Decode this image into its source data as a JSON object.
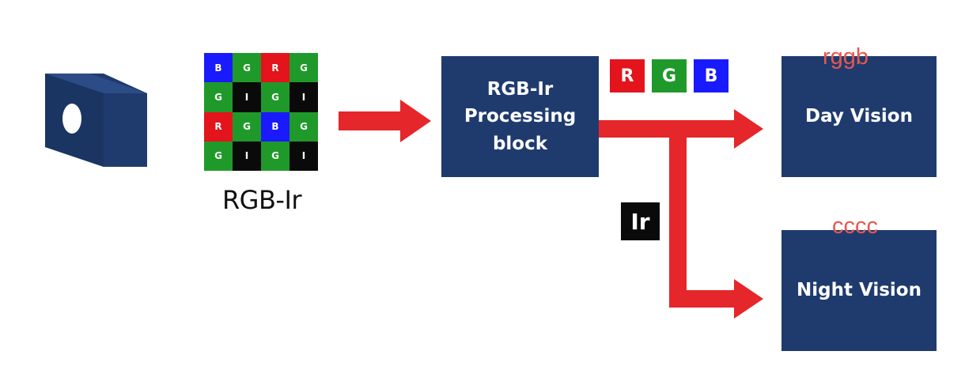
{
  "mosaic": {
    "label": "RGB-Ir",
    "cells": [
      {
        "text": "B",
        "color": "#1a1aff"
      },
      {
        "text": "G",
        "color": "#1f9a2a"
      },
      {
        "text": "R",
        "color": "#e3141b"
      },
      {
        "text": "G",
        "color": "#1f9a2a"
      },
      {
        "text": "G",
        "color": "#1f9a2a"
      },
      {
        "text": "I",
        "color": "#0a0a0a"
      },
      {
        "text": "G",
        "color": "#1f9a2a"
      },
      {
        "text": "I",
        "color": "#0a0a0a"
      },
      {
        "text": "R",
        "color": "#e3141b"
      },
      {
        "text": "G",
        "color": "#1f9a2a"
      },
      {
        "text": "B",
        "color": "#1a1aff"
      },
      {
        "text": "G",
        "color": "#1f9a2a"
      },
      {
        "text": "G",
        "color": "#1f9a2a"
      },
      {
        "text": "I",
        "color": "#0a0a0a"
      },
      {
        "text": "G",
        "color": "#1f9a2a"
      },
      {
        "text": "I",
        "color": "#0a0a0a"
      }
    ]
  },
  "processing_block": {
    "label": "RGB-Ir\nProcessing\nblock"
  },
  "rgb_tags": [
    {
      "text": "R",
      "color": "#e3141b"
    },
    {
      "text": "G",
      "color": "#1f9a2a"
    },
    {
      "text": "B",
      "color": "#1a1aff"
    }
  ],
  "ir_label": "Ir",
  "outputs": {
    "day": {
      "label": "Day Vision",
      "annotation": "rggb"
    },
    "night": {
      "label": "Night Vision",
      "annotation": "cccc"
    }
  },
  "colors": {
    "block": "#1f3b6e",
    "arrow": "#e5262b",
    "annotation": "#e8574f"
  }
}
